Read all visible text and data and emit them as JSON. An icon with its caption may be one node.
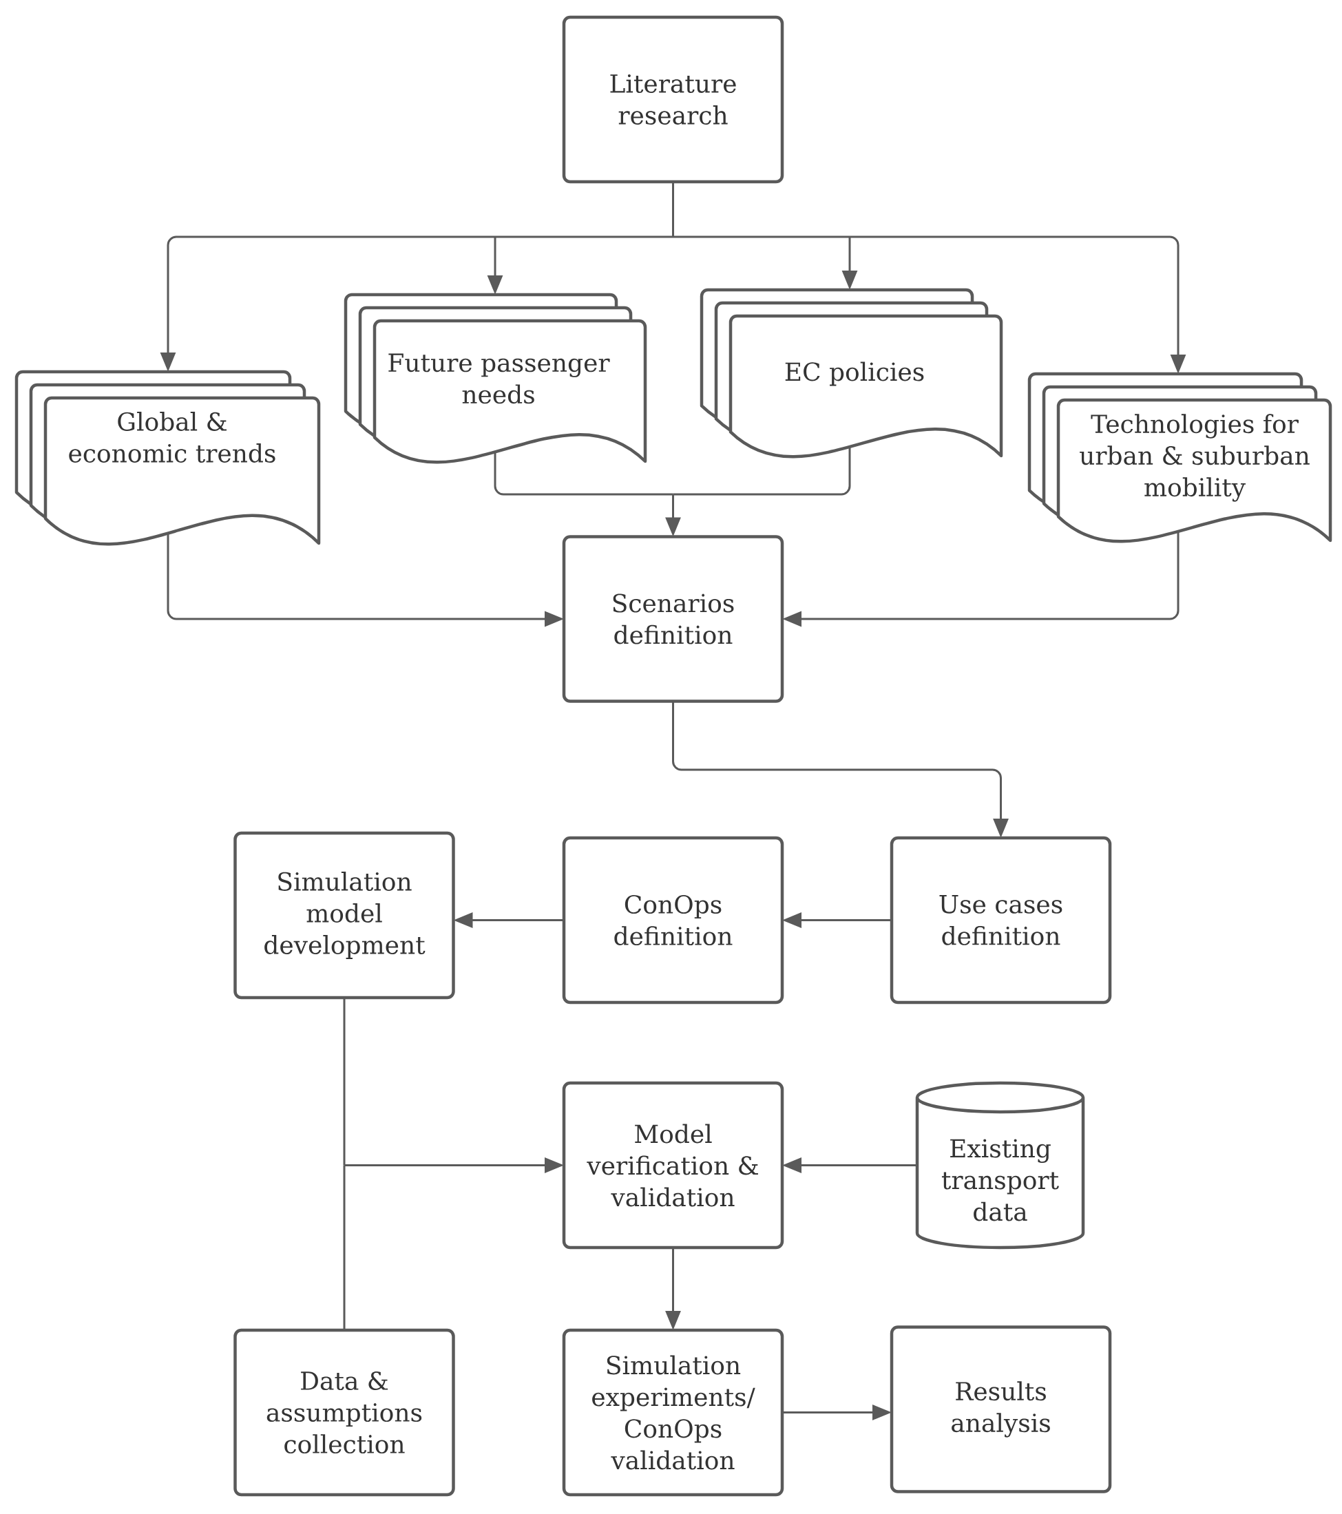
{
  "diagram": {
    "nodes": [
      {
        "text": [
          "Literature research"
        ]
      },
      {
        "text": [
          "Global & economic trends"
        ]
      },
      {
        "text": [
          "Future passenger needs"
        ]
      },
      {
        "text": [
          "EC policies"
        ]
      },
      {
        "text": [
          "Technologies for urban & suburban mobility"
        ]
      },
      {
        "text": [
          "Scenarios definition"
        ]
      },
      {
        "text": [
          "Simulation model development"
        ]
      },
      {
        "text": [
          "ConOps definition"
        ]
      },
      {
        "text": [
          "Use cases definition"
        ]
      },
      {
        "text": [
          "Model verification & validation"
        ]
      },
      {
        "text": [
          "Existing transport data"
        ]
      },
      {
        "text": [
          "Data & assumptions collection"
        ]
      },
      {
        "text": [
          "Simulation experiments/ ConOps validation"
        ]
      },
      {
        "text": [
          "Results analysis"
        ]
      }
    ],
    "edges": [
      {
        "from": 0,
        "to": 1,
        "arrow": "to"
      },
      {
        "from": 0,
        "to": 2,
        "arrow": "to"
      },
      {
        "from": 0,
        "to": 3,
        "arrow": "to"
      },
      {
        "from": 0,
        "to": 4,
        "arrow": "to"
      },
      {
        "from": 1,
        "to": 5,
        "arrow": "to"
      },
      {
        "from": 2,
        "to": 5,
        "arrow": "to"
      },
      {
        "from": 3,
        "to": 5,
        "arrow": "to"
      },
      {
        "from": 4,
        "to": 5,
        "arrow": "to"
      },
      {
        "from": 5,
        "to": 8,
        "arrow": "to"
      },
      {
        "from": 8,
        "to": 7,
        "arrow": "to"
      },
      {
        "from": 7,
        "to": 6,
        "arrow": "to"
      },
      {
        "from": 6,
        "to": 9,
        "arrow": "to"
      },
      {
        "from": 11,
        "to": 9,
        "arrow": "to"
      },
      {
        "from": 10,
        "to": 9,
        "arrow": "to"
      },
      {
        "from": 9,
        "to": 12,
        "arrow": "to"
      },
      {
        "from": 12,
        "to": 13,
        "arrow": "to"
      }
    ]
  }
}
